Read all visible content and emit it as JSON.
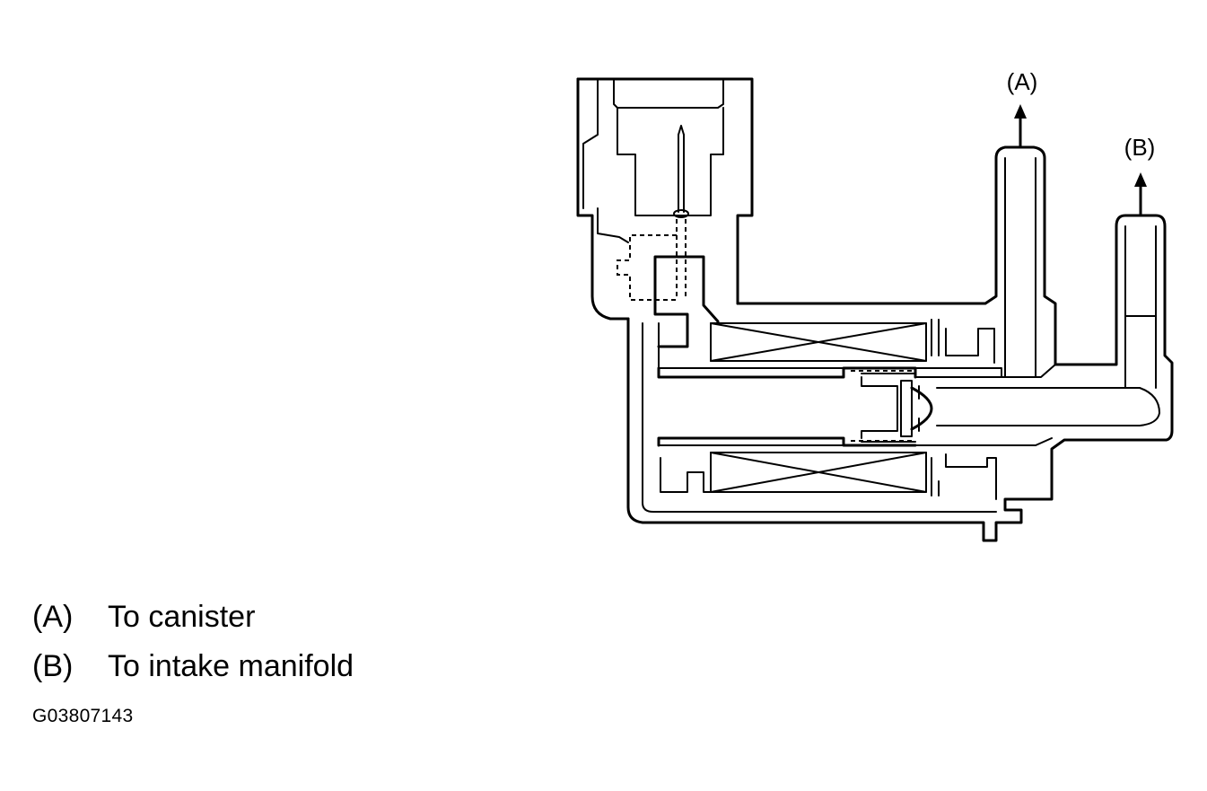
{
  "diagram": {
    "callouts": [
      {
        "id": "A",
        "label": "(A)"
      },
      {
        "id": "B",
        "label": "(B)"
      }
    ]
  },
  "legend": [
    {
      "key": "(A)",
      "text": "To canister"
    },
    {
      "key": "(B)",
      "text": "To intake manifold"
    }
  ],
  "figure_id": "G03807143"
}
